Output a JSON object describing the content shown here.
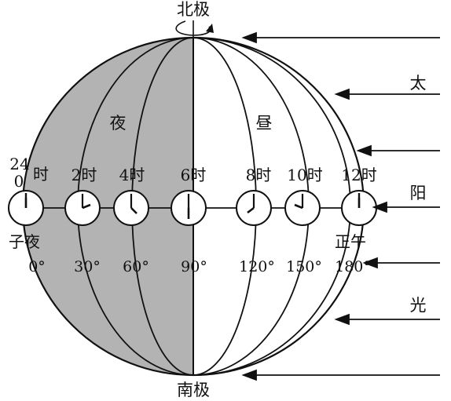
{
  "poles": {
    "north": "北极",
    "south": "南极"
  },
  "regions": {
    "night": "夜",
    "day": "昼"
  },
  "sunlight_chars": [
    "太",
    "阳",
    "光"
  ],
  "time_labels": {
    "t24_top": "24",
    "t24_sub": "0",
    "t24_suffix": "时",
    "t2": "2时",
    "t4": "4时",
    "t6": "6时",
    "t8": "8时",
    "t10": "10时",
    "t12": "12时"
  },
  "special_labels": {
    "midnight": "子夜",
    "noon": "正午"
  },
  "degree_labels": [
    "0°",
    "30°",
    "60°",
    "90°",
    "120°",
    "150°",
    "180°"
  ],
  "colors": {
    "night_shade": "#b3b3b3",
    "ink": "#111111"
  }
}
